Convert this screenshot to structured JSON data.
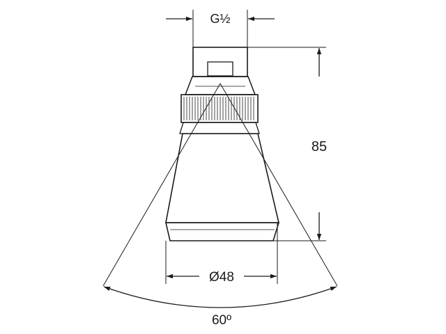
{
  "dimensions": {
    "thread": "G½",
    "height": "85",
    "diameter": "Ø48",
    "spray_angle": "60º"
  },
  "colors": {
    "ink": "#1a1a1a",
    "background": "#ffffff"
  }
}
